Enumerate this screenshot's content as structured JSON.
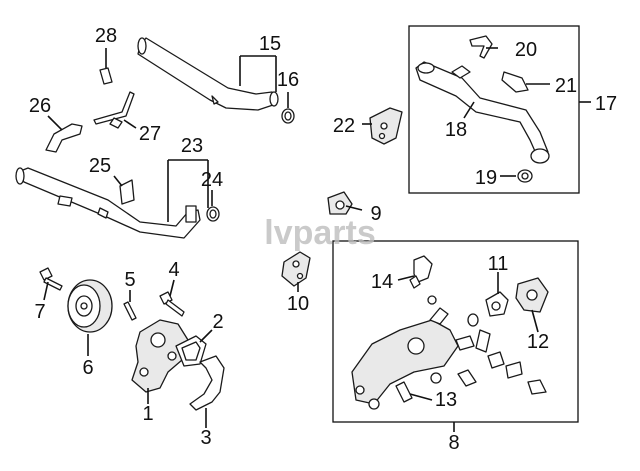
{
  "watermark": "lvparts",
  "callouts": {
    "c1": "1",
    "c2": "2",
    "c3": "3",
    "c4": "4",
    "c5": "5",
    "c6": "6",
    "c7": "7",
    "c8": "8",
    "c9": "9",
    "c10": "10",
    "c11": "11",
    "c12": "12",
    "c13": "13",
    "c14": "14",
    "c15": "15",
    "c16": "16",
    "c17": "17",
    "c18": "18",
    "c19": "19",
    "c20": "20",
    "c21": "21",
    "c22": "22",
    "c23": "23",
    "c24": "24",
    "c25": "25",
    "c26": "26",
    "c27": "27",
    "c28": "28"
  }
}
